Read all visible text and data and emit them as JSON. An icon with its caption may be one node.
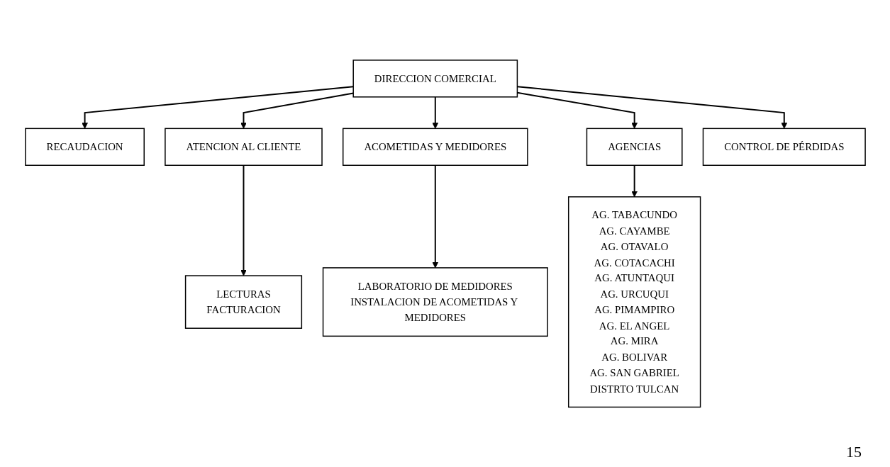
{
  "diagram": {
    "nodes": [
      {
        "text": [
          "DIRECCION COMERCIAL"
        ]
      },
      {
        "text": [
          "RECAUDACION"
        ]
      },
      {
        "text": [
          "ATENCION AL CLIENTE"
        ]
      },
      {
        "text": [
          "ACOMETIDAS Y MEDIDORES"
        ]
      },
      {
        "text": [
          "AGENCIAS"
        ]
      },
      {
        "text": [
          "CONTROL DE PÉRDIDAS"
        ]
      },
      {
        "text": [
          "LECTURAS",
          "FACTURACION"
        ]
      },
      {
        "text": [
          "LABORATORIO DE MEDIDORES",
          "INSTALACION DE ACOMETIDAS Y MEDIDORES"
        ]
      },
      {
        "text": [
          "AG. TABACUNDO",
          "AG. CAYAMBE",
          "AG. OTAVALO",
          "AG. COTACACHI",
          "AG. ATUNTAQUI",
          "AG. URCUQUI",
          "AG. PIMAMPIRO",
          "AG. EL ANGEL",
          "AG. MIRA",
          "AG. BOLIVAR",
          "AG. SAN GABRIEL",
          "DISTRTO TULCAN"
        ]
      }
    ],
    "edges": [
      {
        "from": 0,
        "to": 1,
        "arrow": "to"
      },
      {
        "from": 0,
        "to": 2,
        "arrow": "to"
      },
      {
        "from": 0,
        "to": 3,
        "arrow": "to"
      },
      {
        "from": 0,
        "to": 4,
        "arrow": "to"
      },
      {
        "from": 0,
        "to": 5,
        "arrow": "to"
      },
      {
        "from": 2,
        "to": 6,
        "arrow": "to"
      },
      {
        "from": 3,
        "to": 7,
        "arrow": "to"
      },
      {
        "from": 4,
        "to": 8,
        "arrow": "to"
      }
    ],
    "labels": [
      "15"
    ]
  }
}
